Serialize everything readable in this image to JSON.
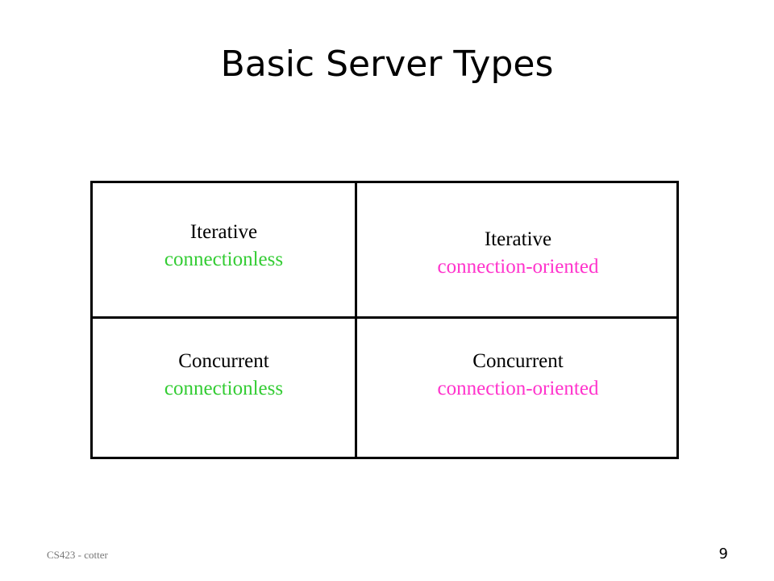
{
  "slide": {
    "title": "Basic Server Types",
    "footer": "CS423 - cotter",
    "page_number": "9"
  },
  "grid": {
    "cells": [
      {
        "mode": "Iterative",
        "connection": "connectionless"
      },
      {
        "mode": "Iterative",
        "connection": "connection-oriented"
      },
      {
        "mode": "Concurrent",
        "connection": "connectionless"
      },
      {
        "mode": "Concurrent",
        "connection": "connection-oriented"
      }
    ]
  },
  "colors": {
    "connectionless": "#33cc33",
    "connection_oriented": "#ff33cc"
  }
}
